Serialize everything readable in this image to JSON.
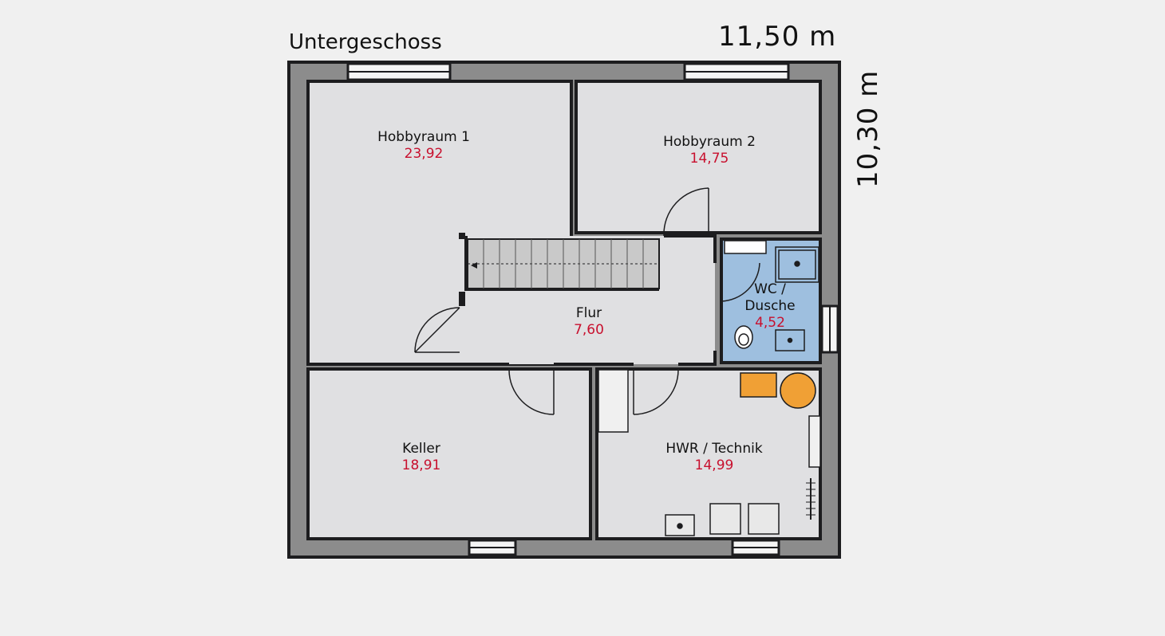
{
  "plan_title": "Untergeschoss",
  "dimensions": {
    "width": "11,50 m",
    "depth": "10,30 m"
  },
  "rooms": {
    "hobby1": {
      "name": "Hobbyraum 1",
      "area": "23,92"
    },
    "hobby2": {
      "name": "Hobbyraum 2",
      "area": "14,75"
    },
    "flur": {
      "name": "Flur",
      "area": "7,60"
    },
    "wc": {
      "name": "WC / Dusche",
      "name_line1": "WC /",
      "name_line2": "Dusche",
      "area": "4,52"
    },
    "keller": {
      "name": "Keller",
      "area": "18,91"
    },
    "hwr": {
      "name": "HWR / Technik",
      "area": "14,99"
    }
  },
  "colors": {
    "background": "#f0f0f0",
    "wall": "#8c8c8c",
    "wall_outline": "#1d1d1f",
    "floor": "#e0e0e2",
    "bathroom": "#9ebfdf",
    "appliance": "#f0a035",
    "area_text": "#c8102e"
  }
}
